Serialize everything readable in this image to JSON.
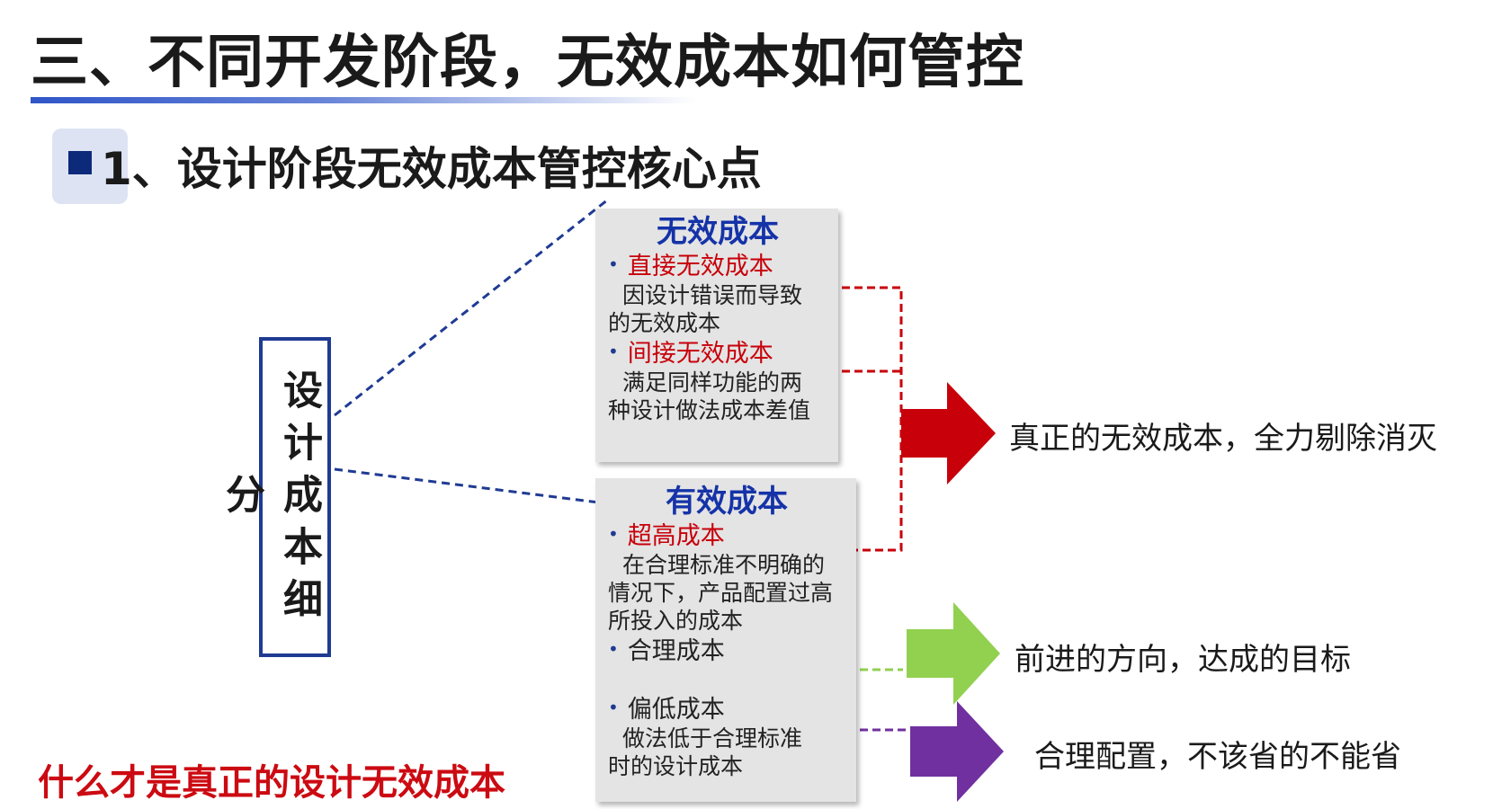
{
  "title": "三、不同开发阶段，无效成本如何管控",
  "subtitle": "1、设计阶段无效成本管控核心点",
  "vertical_box": "设计成本细分",
  "invalid_card": {
    "title": "无效成本",
    "item1_label": "直接无效成本",
    "item1_desc_line1": "因设计错误而导致",
    "item1_desc_line2": "的无效成本",
    "item2_label": "间接无效成本",
    "item2_desc_line1": "满足同样功能的两",
    "item2_desc_line2": "种设计做法成本差值"
  },
  "valid_card": {
    "title": "有效成本",
    "item1_label": "超高成本",
    "item1_desc_line1": "在合理标准不明确的",
    "item1_desc_line2": "情况下，产品配置过高",
    "item1_desc_line3": "所投入的成本",
    "item2_label": "合理成本",
    "item3_label": "偏低成本",
    "item3_desc_line1": "做法低于合理标准",
    "item3_desc_line2": "时的设计成本"
  },
  "outcomes": {
    "red": "真正的无效成本，全力剔除消灭",
    "green": "前进的方向，达成的目标",
    "purple": "合理配置，不该省的不能省"
  },
  "question": "什么才是真正的设计无效成本",
  "colors": {
    "navy": "#1f3a93",
    "red": "#c8000a",
    "green": "#92d050",
    "purple": "#7030a0",
    "card_bg": "#e4e4e4"
  }
}
